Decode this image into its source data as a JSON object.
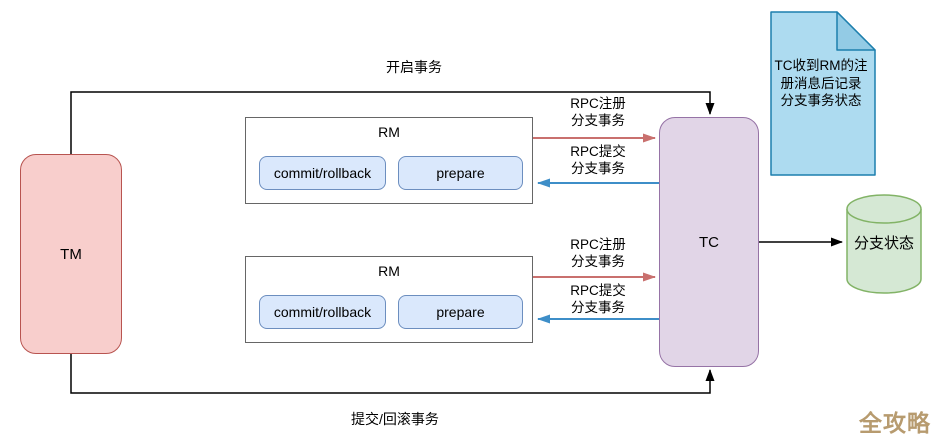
{
  "colors": {
    "tm_fill": "#F8CECC",
    "tm_stroke": "#B85450",
    "sub_fill": "#DAE8FC",
    "sub_stroke": "#6C8EBF",
    "rm_stroke": "#666666",
    "tc_fill": "#E1D5E7",
    "tc_stroke": "#9673A6",
    "note_fill": "#ADDBF0",
    "note_fold": "#93CBE5",
    "note_stroke": "#1C7FAD",
    "cyl_fill": "#D5E8D4",
    "cyl_stroke": "#82B366",
    "line_black": "#000000",
    "arrow_red": "#C9706E",
    "arrow_blue": "#3E8EC8",
    "watermark": "#B79B6F",
    "text": "#000000"
  },
  "diagram": {
    "tm": {
      "label": "TM"
    },
    "tc": {
      "label": "TC"
    },
    "rm_groups": [
      {
        "label": "RM",
        "commit": "commit/rollback",
        "prepare": "prepare"
      },
      {
        "label": "RM",
        "commit": "commit/rollback",
        "prepare": "prepare"
      }
    ],
    "note": {
      "text": "TC收到RM的注册消息后记录分支事务状态"
    },
    "branch_status_db": {
      "label": "分支状态"
    },
    "edge_labels": {
      "open_tx": "开启事务",
      "commit_rollback_tx": "提交/回滚事务",
      "rpc_register_1": "RPC注册\n分支事务",
      "rpc_commit_1": "RPC提交\n分支事务",
      "rpc_register_2": "RPC注册\n分支事务",
      "rpc_commit_2": "RPC提交\n分支事务"
    },
    "watermark": "全攻略"
  }
}
